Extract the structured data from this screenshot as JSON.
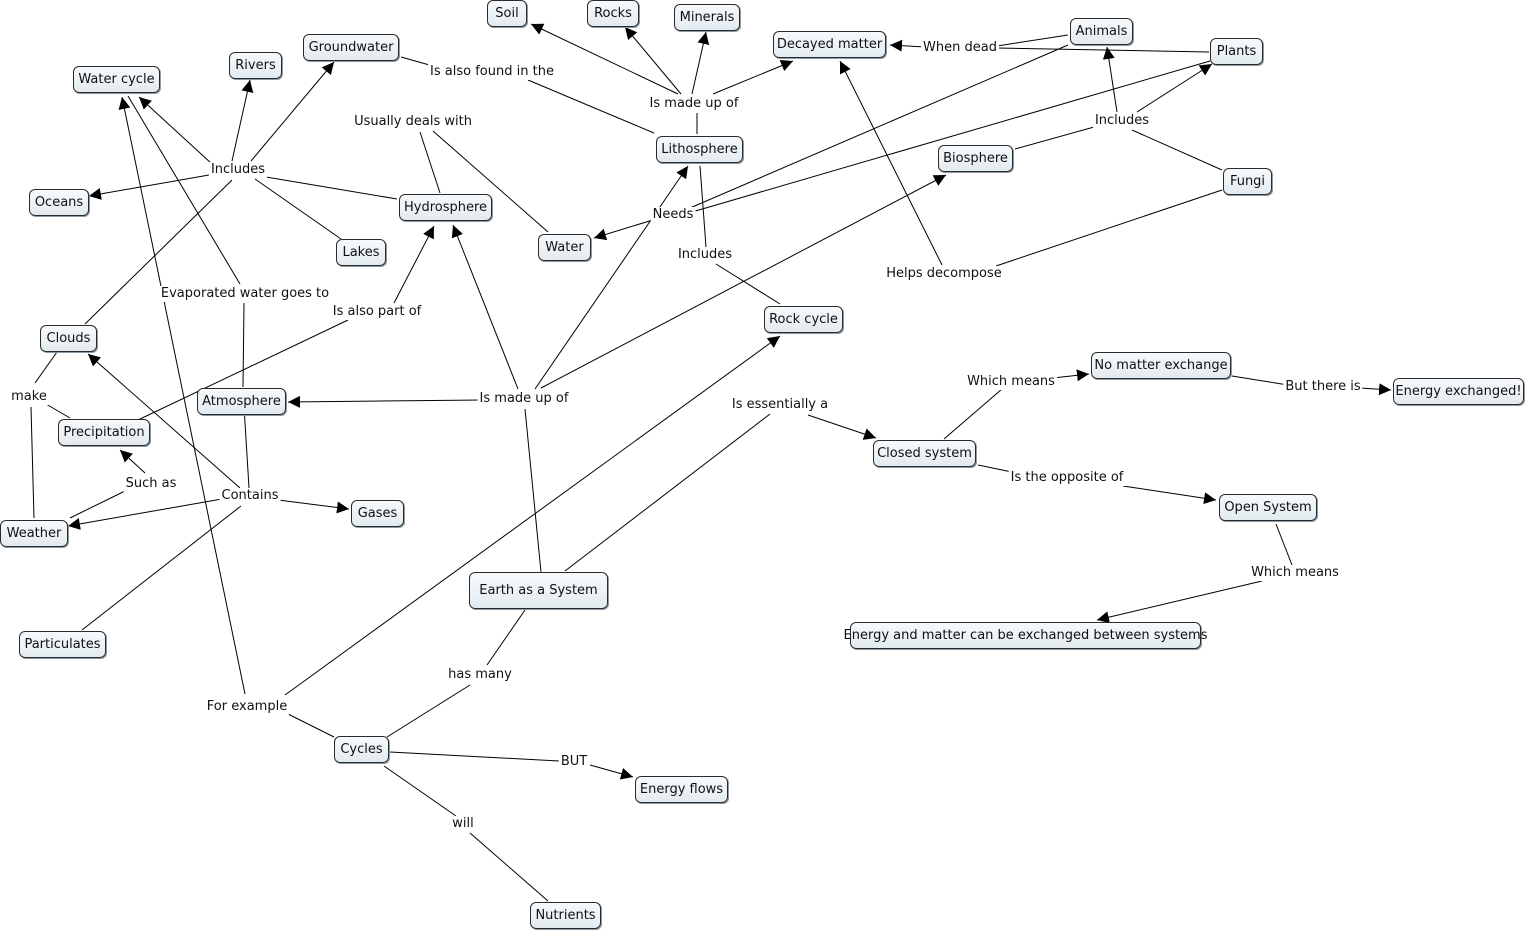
{
  "concepts": {
    "soil": "Soil",
    "rocks": "Rocks",
    "minerals": "Minerals",
    "decayed_matter": "Decayed matter",
    "animals": "Animals",
    "plants": "Plants",
    "groundwater": "Groundwater",
    "rivers": "Rivers",
    "water_cycle": "Water cycle",
    "oceans": "Oceans",
    "lakes": "Lakes",
    "hydrosphere": "Hydrosphere",
    "water": "Water",
    "lithosphere": "Lithosphere",
    "biosphere": "Biosphere",
    "fungi": "Fungi",
    "clouds": "Clouds",
    "rock_cycle": "Rock cycle",
    "no_matter_exchange": "No matter exchange",
    "energy_exchanged": "Energy exchanged!",
    "atmosphere": "Atmosphere",
    "precipitation": "Precipitation",
    "closed_system": "Closed system",
    "open_system": "Open System",
    "weather": "Weather",
    "gases": "Gases",
    "earth_system": "Earth as a System",
    "energy_matter": "Energy and matter can be exchanged between systems",
    "particulates": "Particulates",
    "cycles": "Cycles",
    "energy_flows": "Energy flows",
    "nutrients": "Nutrients"
  },
  "phrases": {
    "also_found": "Is also found in the",
    "made_up_litho": "Is made up of",
    "when_dead": "When dead",
    "usually_deals": "Usually deals with",
    "includes_hydro": "Includes",
    "includes_bio": "Includes",
    "needs": "Needs",
    "includes_litho": "Includes",
    "helps_decompose": "Helps decompose",
    "evaporated": "Evaporated water goes to",
    "also_part": "Is also part of",
    "make": "make",
    "made_up_earth": "Is made up of",
    "which_means_closed": "Which means",
    "but_there_is": "But there is",
    "essentially": "Is essentially a",
    "such_as": "Such as",
    "contains": "Contains",
    "opposite": "Is the opposite of",
    "which_means_open": "Which means",
    "has_many": "has many",
    "for_example": "For example",
    "but": "BUT",
    "will": "will"
  }
}
